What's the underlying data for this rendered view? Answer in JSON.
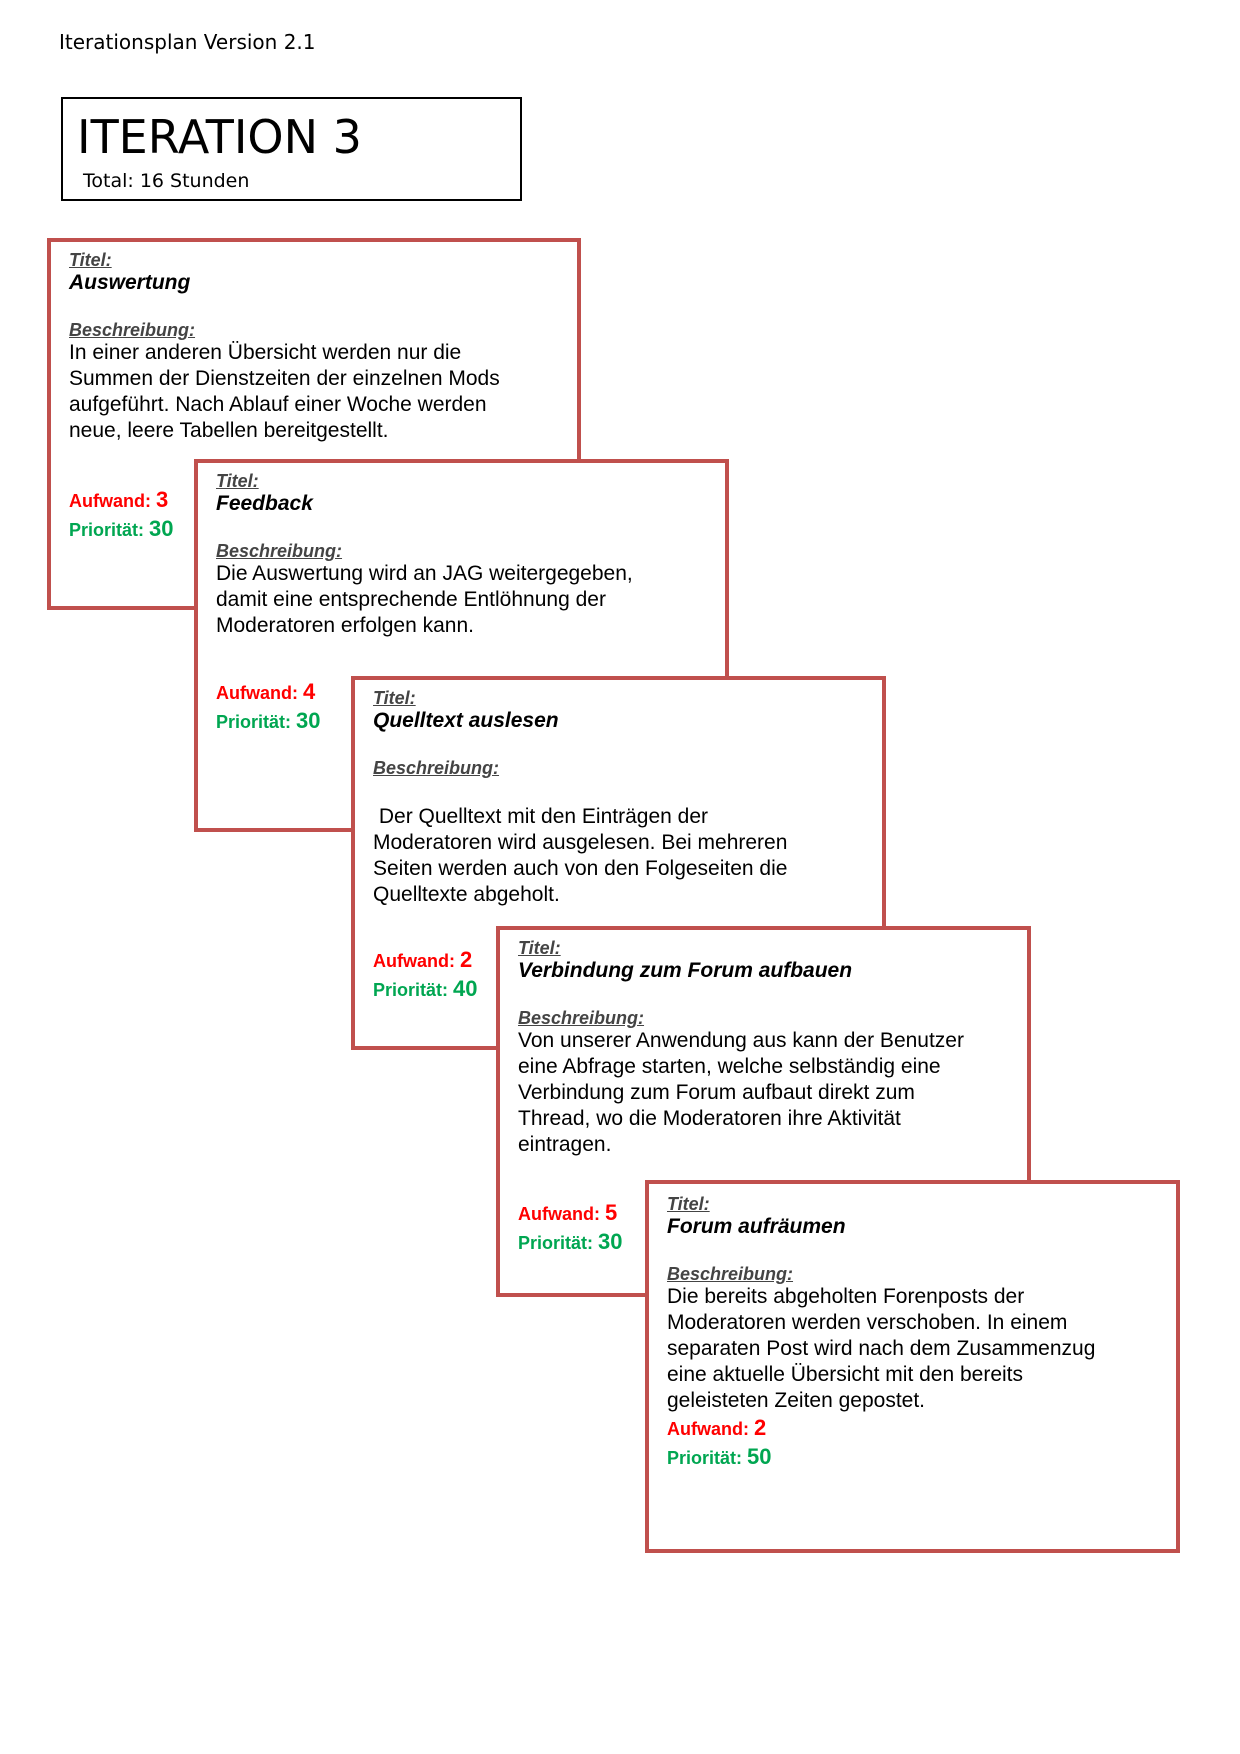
{
  "header": {
    "doc_title": "Iterationsplan Version 2.1"
  },
  "iteration": {
    "title": "ITERATION 3",
    "total": "Total:  16 Stunden"
  },
  "labels": {
    "titel": "Titel:",
    "beschreibung": "Beschreibung:",
    "aufwand": "Aufwand:",
    "prioritaet": "Priorität:"
  },
  "cards": [
    {
      "title": "Auswertung",
      "description": "In einer anderen Übersicht werden nur die\nSummen der Dienstzeiten der einzelnen Mods\naufgeführt. Nach Ablauf einer Woche werden\nneue, leere Tabellen bereitgestellt.",
      "aufwand": "3",
      "prioritaet": "30"
    },
    {
      "title": "Feedback",
      "description": "Die Auswertung wird an JAG weitergegeben,\ndamit eine entsprechende Entlöhnung der\nModeratoren erfolgen kann.",
      "aufwand": "4",
      "prioritaet": "30"
    },
    {
      "title": "Quelltext auslesen",
      "description": "\n Der Quelltext mit den Einträgen der\nModeratoren wird ausgelesen. Bei mehreren\nSeiten werden auch von den Folgeseiten die\nQuelltexte abgeholt.",
      "aufwand": "2",
      "prioritaet": "40"
    },
    {
      "title": "Verbindung zum Forum aufbauen",
      "description": "Von unserer Anwendung aus kann der Benutzer\neine Abfrage starten, welche selbständig eine\nVerbindung zum Forum aufbaut direkt zum\nThread, wo die Moderatoren ihre Aktivität\neintragen.",
      "aufwand": "5",
      "prioritaet": "30"
    },
    {
      "title": "Forum aufräumen",
      "description": "Die bereits abgeholten Forenposts der\nModeratoren werden verschoben. In einem\nseparaten Post wird nach dem Zusammenzug\neine aktuelle Übersicht mit den bereits\ngeleisteten Zeiten gepostet.",
      "aufwand": "2",
      "prioritaet": "50"
    }
  ],
  "colors": {
    "card_border": "#c0504d",
    "aufwand": "#ff0000",
    "prioritaet": "#00a651"
  }
}
